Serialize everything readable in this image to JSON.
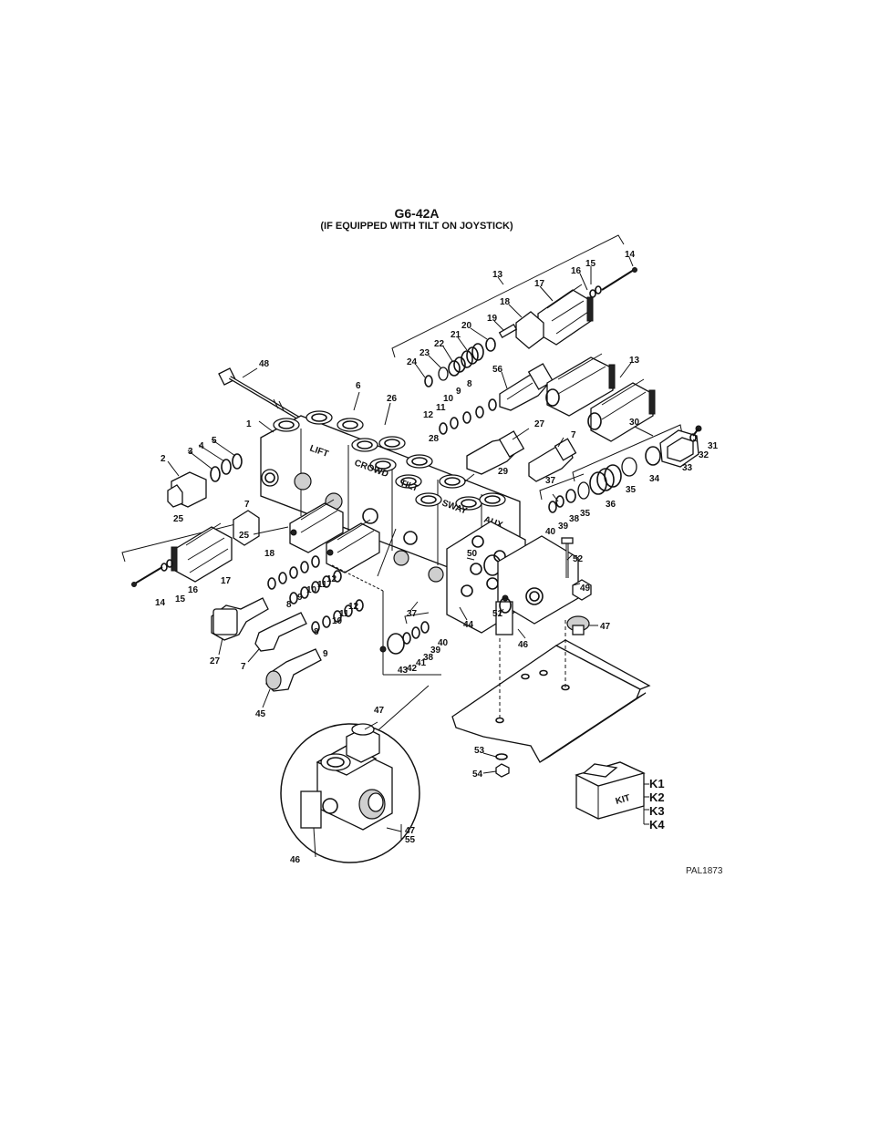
{
  "figure": {
    "title": "G6-42A",
    "subtitle": "(IF EQUIPPED WITH TILT ON JOYSTICK)",
    "code": "PAL1873"
  },
  "section_labels": [
    "LIFT",
    "CROWD",
    "TILT",
    "SWAY",
    "AUX"
  ],
  "kit": {
    "box_label": "KIT",
    "items": [
      "K1",
      "K2",
      "K3",
      "K4"
    ]
  },
  "callouts": {
    "c13a": "13",
    "c14a": "14",
    "c15a": "15",
    "c16a": "16",
    "c17a": "17",
    "c18a": "18",
    "c19": "19",
    "c20": "20",
    "c21": "21",
    "c22": "22",
    "c23": "23",
    "c24": "24",
    "c56": "56",
    "c13b": "13",
    "c48": "48",
    "c6": "6",
    "c26": "26",
    "c12a": "12",
    "c11a": "11",
    "c10a": "10",
    "c9a": "9",
    "c8a": "8",
    "c28": "28",
    "c27a": "27",
    "c7a": "7",
    "c30": "30",
    "c31": "31",
    "c32": "32",
    "c33": "33",
    "c34": "34",
    "c35a": "35",
    "c36": "36",
    "c35b": "35",
    "c37a": "37",
    "c38a": "38",
    "c39a": "39",
    "c40a": "40",
    "c29": "29",
    "c1": "1",
    "c2": "2",
    "c3": "3",
    "c4": "4",
    "c5": "5",
    "c7b": "7",
    "c25a": "25",
    "c25b": "25",
    "c18b": "18",
    "c17b": "17",
    "c16b": "16",
    "c15b": "15",
    "c14b": "14",
    "c8b": "8",
    "c9b": "9",
    "c10b": "10",
    "c11b": "11",
    "c12b": "12",
    "c10c": "10",
    "c11c": "11",
    "c12c": "12",
    "c27b": "27",
    "c8c": "8",
    "c9c": "9",
    "c7c": "7",
    "c45": "45",
    "c50": "50",
    "c51": "51",
    "c44": "44",
    "c52": "52",
    "c49": "49",
    "c47a": "47",
    "c46a": "46",
    "c37b": "37",
    "c38b": "38",
    "c39b": "39",
    "c40b": "40",
    "c41": "41",
    "c42": "42",
    "c43": "43",
    "c47b": "47",
    "c53": "53",
    "c54": "54",
    "c46b": "46",
    "c47c": "47",
    "c55": "55"
  }
}
